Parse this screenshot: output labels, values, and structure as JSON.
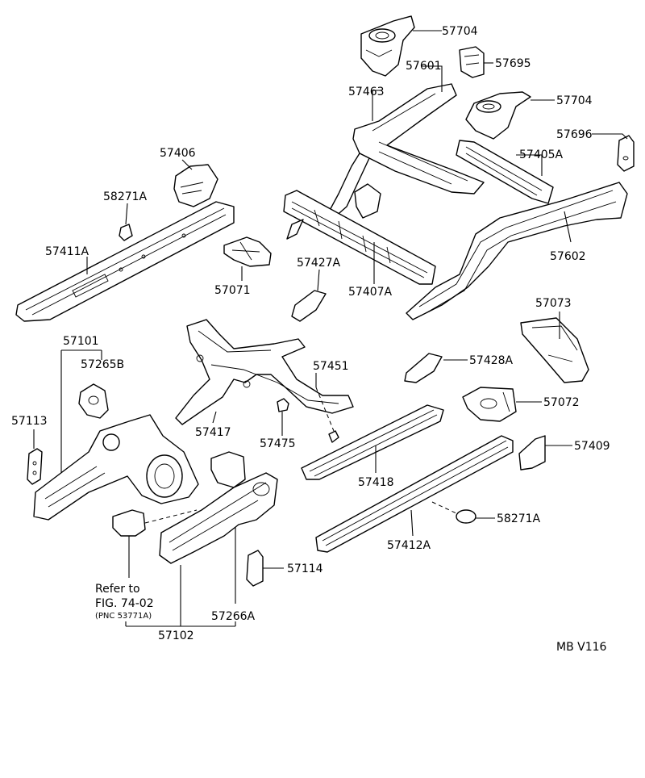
{
  "parts": {
    "p57704_top": "57704",
    "p57601": "57601",
    "p57695": "57695",
    "p57463": "57463",
    "p57704_right": "57704",
    "p57696": "57696",
    "p57406": "57406",
    "p57405A": "57405A",
    "p58271A_left": "58271A",
    "p57411A": "57411A",
    "p57602": "57602",
    "p57427A": "57427A",
    "p57071": "57071",
    "p57407A": "57407A",
    "p57073": "57073",
    "p57101": "57101",
    "p57265B": "57265B",
    "p57451": "57451",
    "p57428A": "57428A",
    "p57113": "57113",
    "p57072": "57072",
    "p57417": "57417",
    "p57475": "57475",
    "p57409": "57409",
    "p57418": "57418",
    "p58271A_right": "58271A",
    "p57412A": "57412A",
    "p57114": "57114",
    "p57266A": "57266A",
    "p57102": "57102"
  },
  "refer": {
    "line1": "Refer to",
    "line2": "FIG. 74-02",
    "line3": "(PNC 53771A)"
  },
  "code": "MB  V116"
}
